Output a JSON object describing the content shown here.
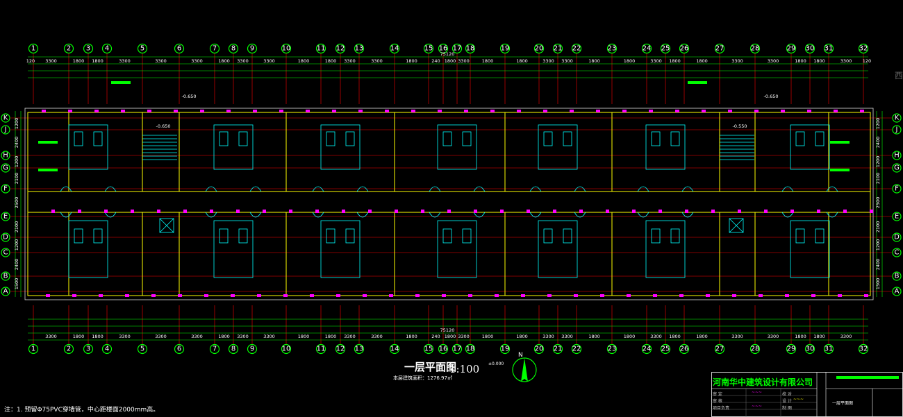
{
  "drawing": {
    "title": "一层平面图",
    "scale": "1:100",
    "area_note": "本层建筑面积：1276.97㎡",
    "elevation_mark": "±0.000",
    "edge_char": "西",
    "note": "注：1. 预留Φ75PVC穿墙管，中心距楼面2000mm高。"
  },
  "axes": {
    "columns": [
      "1",
      "2",
      "3",
      "4",
      "5",
      "6",
      "7",
      "8",
      "9",
      "10",
      "11",
      "12",
      "13",
      "14",
      "15",
      "16",
      "17",
      "18",
      "19",
      "20",
      "21",
      "22",
      "23",
      "24",
      "25",
      "26",
      "27",
      "28",
      "29",
      "30",
      "31",
      "32"
    ],
    "rows": [
      "K",
      "J",
      "H",
      "G",
      "F",
      "E",
      "D",
      "C",
      "B",
      "A"
    ]
  },
  "dimensions": {
    "overall": "75120",
    "top_bays": [
      "3300",
      "1800",
      "1800",
      "3300",
      "3300",
      "3300",
      "1800",
      "3300",
      "3300",
      "1800",
      "1800",
      "3300",
      "3300",
      "1800",
      "240",
      "1800",
      "3300",
      "1800",
      "1800",
      "3300",
      "3300",
      "1800",
      "1800",
      "3300",
      "1800",
      "1800",
      "3300"
    ],
    "bottom_bays": [
      "3300",
      "1800",
      "1800",
      "3300",
      "3300",
      "3300",
      "1800",
      "3300",
      "3300",
      "1800",
      "1800",
      "3300",
      "3300",
      "1800",
      "240",
      "1800",
      "3300",
      "1800",
      "1800",
      "3300",
      "3300",
      "1800",
      "1800",
      "3300",
      "1800",
      "1800",
      "3300"
    ],
    "side_left": [
      "1200",
      "2400",
      "1200",
      "2100",
      "2500",
      "2100",
      "1200",
      "2400",
      "1500"
    ],
    "side_right": [
      "1200",
      "2400",
      "1200",
      "2100",
      "2500",
      "2100",
      "1200",
      "2400",
      "1500"
    ],
    "edge": "120",
    "levels": [
      "-0.650",
      "-0.650",
      "-0.650",
      "-0.550"
    ]
  },
  "title_block": {
    "company": "河南华中建筑设计有限公司",
    "sheet": "一层平面图",
    "rows": [
      "审 定",
      "审 核",
      "项目负责",
      "校 对",
      "设 计",
      "制 图"
    ]
  },
  "north_label": "N",
  "colors": {
    "background": "#000000",
    "axis": "#00ff00",
    "grid": "#ff0000",
    "wall": "#ffff00",
    "fixture": "#00ffff",
    "marker": "#ff00ff"
  }
}
